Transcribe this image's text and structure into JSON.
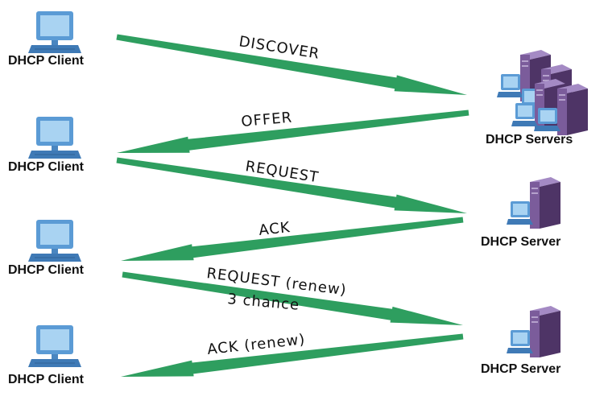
{
  "colors": {
    "arrow": "#2e9e5f",
    "monitor_frame": "#5b9bd5",
    "monitor_screen": "#a9d3f2",
    "server_body": "#7b5c9b",
    "server_dark": "#4e3466"
  },
  "clients": [
    {
      "label": "DHCP Client",
      "icon": "computer-icon"
    },
    {
      "label": "DHCP Client",
      "icon": "computer-icon"
    },
    {
      "label": "DHCP Client",
      "icon": "computer-icon"
    },
    {
      "label": "DHCP Client",
      "icon": "computer-icon"
    }
  ],
  "servers": [
    {
      "label": "DHCP Servers",
      "icon": "server-group-icon"
    },
    {
      "label": "DHCP Server",
      "icon": "server-icon"
    },
    {
      "label": "DHCP Server",
      "icon": "server-icon"
    }
  ],
  "messages": [
    {
      "label": "DISCOVER",
      "direction": "client-to-server"
    },
    {
      "label": "OFFER",
      "direction": "server-to-client"
    },
    {
      "label": "REQUEST",
      "direction": "client-to-server"
    },
    {
      "label": "ACK",
      "direction": "server-to-client"
    },
    {
      "label": "REQUEST (renew)",
      "direction": "client-to-server"
    },
    {
      "label": "3 chance",
      "direction": "annotation"
    },
    {
      "label": "ACK (renew)",
      "direction": "server-to-client"
    }
  ]
}
